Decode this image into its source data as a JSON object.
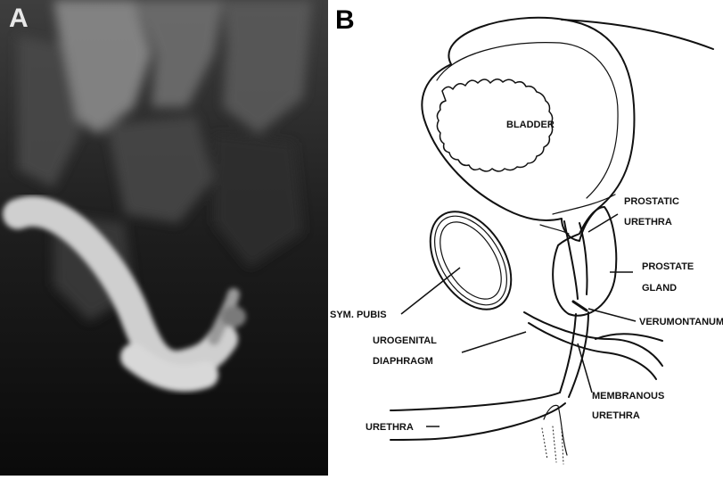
{
  "panel_a": {
    "letter": "A"
  },
  "panel_b": {
    "letter": "B",
    "labels": {
      "bladder": "BLADDER",
      "prostatic_urethra_1": "PROSTATIC",
      "prostatic_urethra_2": "URETHRA",
      "prostate_gland_1": "PROSTATE",
      "prostate_gland_2": "GLAND",
      "sym_pubis": "SYM. PUBIS",
      "verumontanum": "VERUMONTANUM",
      "urogenital_1": "UROGENITAL",
      "urogenital_2": "DIAPHRAGM",
      "membranous_1": "MEMBRANOUS",
      "membranous_2": "URETHRA",
      "urethra": "URETHRA"
    }
  }
}
